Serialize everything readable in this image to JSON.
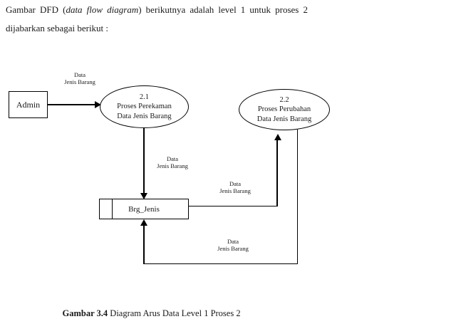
{
  "intro": {
    "prefix": "Gambar DFD (",
    "italic": "data flow diagram",
    "suffix": ") berikutnya adalah level 1 untuk proses 2",
    "line2": "dijabarkan sebagai berikut :"
  },
  "diagram": {
    "admin_label": "Admin",
    "process_21": "2.1\nProses Perekaman\nData Jenis Barang",
    "process_22": "2.2\nProses Perubahan\nData Jenis Barang",
    "datastore_label": "Brg_Jenis",
    "flows": {
      "admin_to_p21": "Data\nJenis Barang",
      "p21_to_store": "Data\nJenis Barang",
      "store_to_p22": "Data\nJenis Barang",
      "p22_to_store": "Data\nJenis Barang"
    }
  },
  "caption": {
    "bold": "Gambar 3.4",
    "rest": " Diagram Arus Data Level 1 Proses 2"
  },
  "colors": {
    "line": "#000000",
    "text": "#1a1a1a",
    "background": "#ffffff"
  }
}
